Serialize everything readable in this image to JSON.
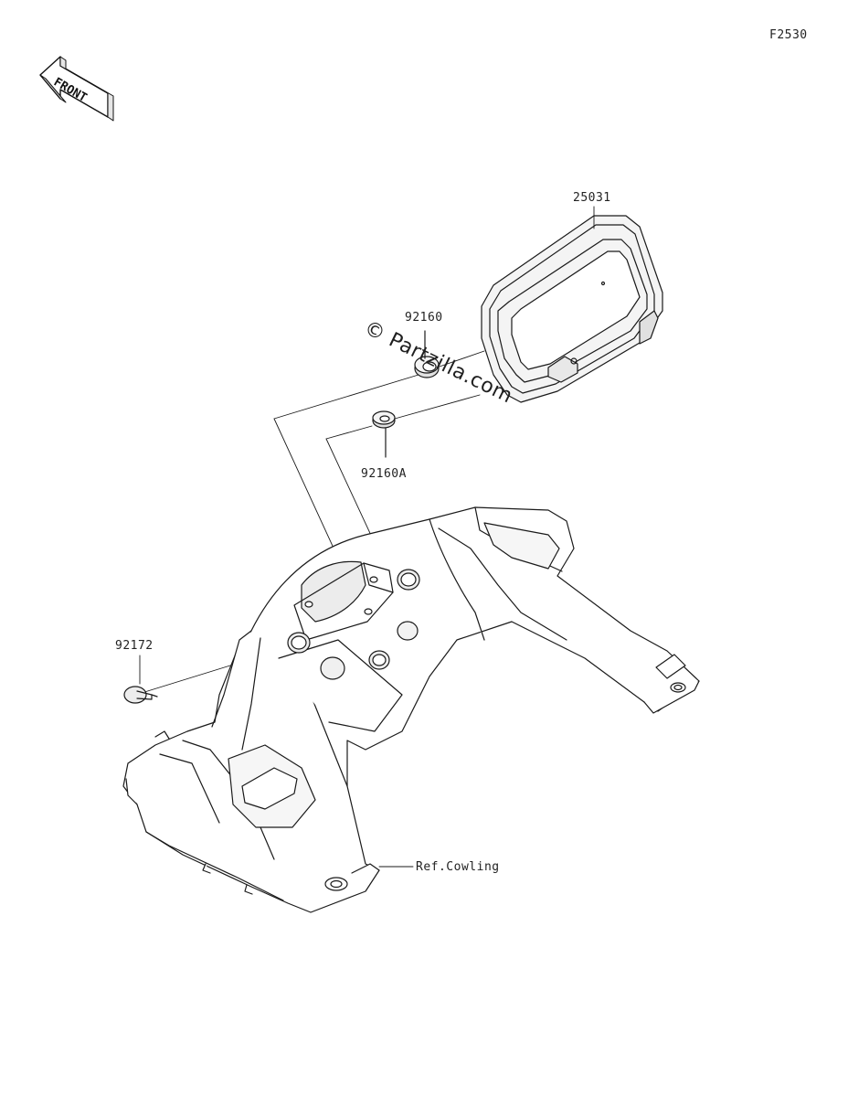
{
  "diagram_id": "F2530",
  "direction_label": "FRONT",
  "watermark": "© Partzilla.com",
  "parts": {
    "meter_assembly": "25031",
    "damper": "92160",
    "damper_a": "92160A",
    "grommet": "92172",
    "cowling_ref": "Ref.Cowling"
  }
}
